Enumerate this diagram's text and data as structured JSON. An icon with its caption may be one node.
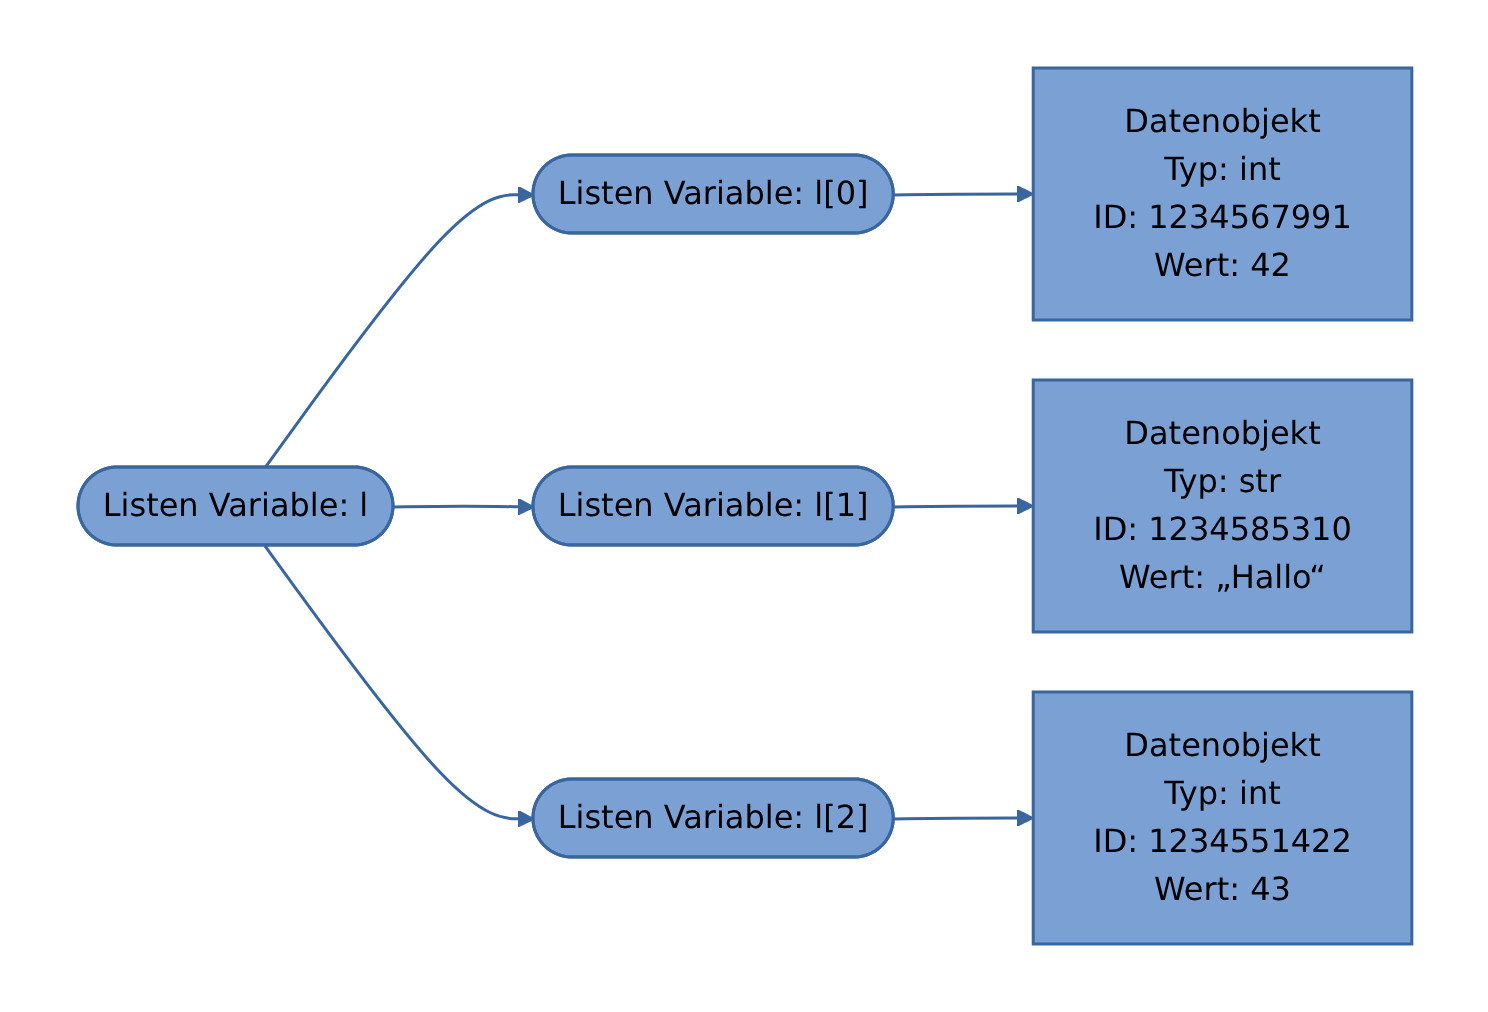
{
  "diagram": {
    "nodes": [
      {
        "text": [
          "Listen Variable: l"
        ]
      },
      {
        "text": [
          "Listen Variable: l[0]"
        ]
      },
      {
        "text": [
          "Datenobjekt",
          "Typ: int",
          "ID: 1234567991",
          "Wert: 42"
        ]
      },
      {
        "text": [
          "Listen Variable: l[1]"
        ]
      },
      {
        "text": [
          "Datenobjekt",
          "Typ: str",
          "ID: 1234585310",
          "Wert: „Hallo“"
        ]
      },
      {
        "text": [
          "Listen Variable: l[2]"
        ]
      },
      {
        "text": [
          "Datenobjekt",
          "Typ: int",
          "ID: 1234551422",
          "Wert: 43"
        ]
      }
    ],
    "edges": [
      {
        "from": 0,
        "to": 1,
        "arrow": "to"
      },
      {
        "from": 0,
        "to": 3,
        "arrow": "to"
      },
      {
        "from": 0,
        "to": 5,
        "arrow": "to"
      },
      {
        "from": 1,
        "to": 2,
        "arrow": "to"
      },
      {
        "from": 3,
        "to": 4,
        "arrow": "to"
      },
      {
        "from": 5,
        "to": 6,
        "arrow": "to"
      }
    ]
  }
}
